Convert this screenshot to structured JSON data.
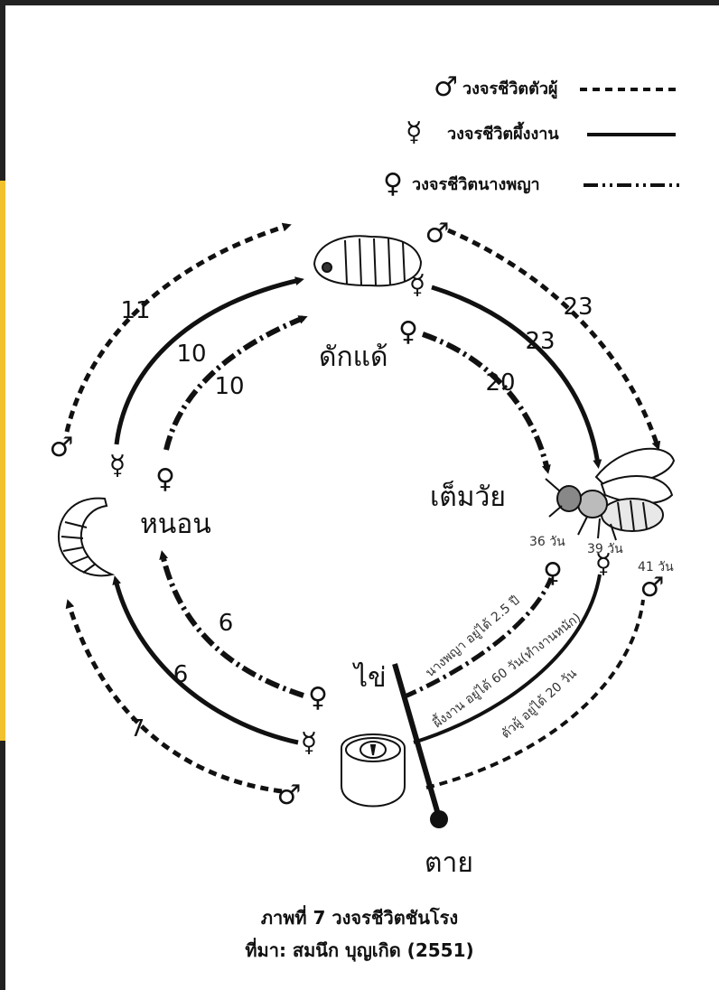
{
  "legend": {
    "male": {
      "symbol": "♂",
      "label": "วงจรชีวิตตัวผู้"
    },
    "worker": {
      "symbol": "☿",
      "label": "วงจรชีวิตผึ้งงาน"
    },
    "queen": {
      "symbol": "♀",
      "label": "วงจรชีวิตนางพญา"
    }
  },
  "stages": {
    "egg": "ไข่",
    "larva": "หนอน",
    "pupa": "ดักแด้",
    "adult": "เต็มวัย",
    "death": "ตาย"
  },
  "durations": {
    "male_egg_larva": "7",
    "worker_egg_larva": "6",
    "queen_egg_larva": "6",
    "male_larva_pupa": "11",
    "worker_larva_pupa": "10",
    "queen_larva_pupa": "10",
    "male_pupa_adult": "23",
    "worker_pupa_adult": "23",
    "queen_pupa_adult": "20"
  },
  "adult_days": {
    "queen": "36 วัน",
    "worker": "39 วัน",
    "male": "41 วัน"
  },
  "lifespans": {
    "queen": "นางพญา อยู่ได้ 2.5 ปี",
    "worker": "ผึ้งงาน อยู่ได้ 60 วัน(ทำงานหนัก)",
    "male": "ตัวผู้ อยู่ได้ 20 วัน"
  },
  "symbols": {
    "male": "♂",
    "worker": "☿",
    "queen": "♀"
  },
  "caption": {
    "line1": "ภาพที่ 7 วงจรชีวิตชันโรง",
    "line2": "ที่มา: สมนึก บุญเกิด (2551)"
  }
}
